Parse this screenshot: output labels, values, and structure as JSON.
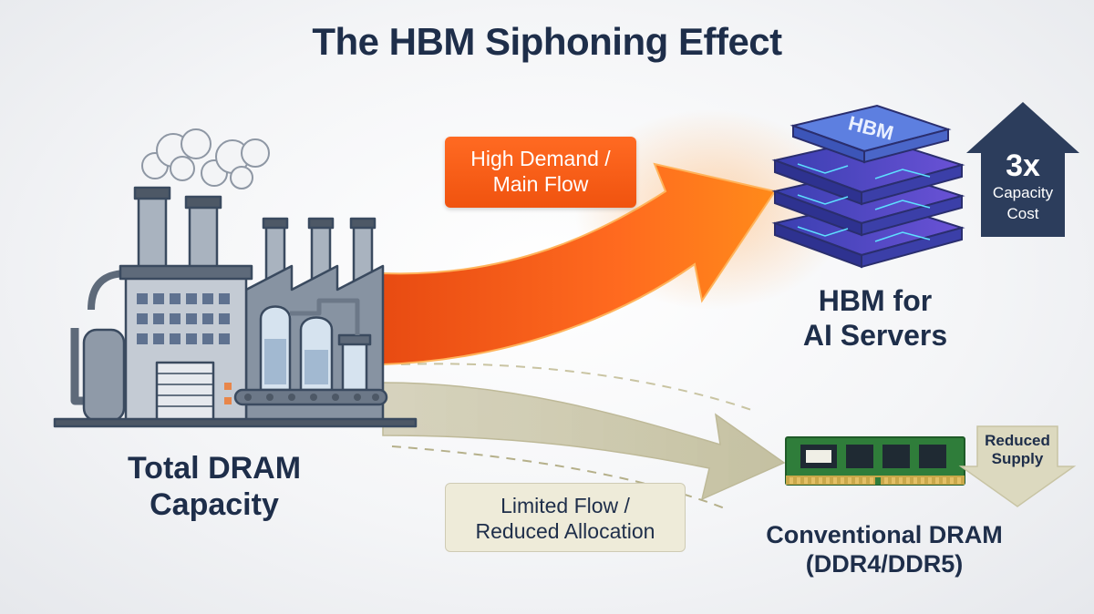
{
  "title": "The HBM Siphoning Effect",
  "source": {
    "line1": "Total DRAM",
    "line2": "Capacity"
  },
  "main_flow": {
    "line1": "High Demand /",
    "line2": "Main Flow",
    "color": "#f0530f"
  },
  "limited_flow": {
    "line1": "Limited Flow /",
    "line2": "Reduced Allocation",
    "color": "#c9c6a6"
  },
  "hbm": {
    "chip_label": "HBM",
    "line1": "HBM for",
    "line2": "AI Servers",
    "badge": {
      "value": "3x",
      "line1": "Capacity",
      "line2": "Cost",
      "color": "#2c3d5c"
    }
  },
  "dram": {
    "line1": "Conventional DRAM",
    "line2": "(DDR4/DDR5)",
    "badge": {
      "line1": "Reduced",
      "line2": "Supply",
      "color": "#dcd9bf"
    }
  },
  "icons": [
    "factory-icon",
    "hbm-stack-icon",
    "dram-module-icon",
    "up-arrow-icon",
    "down-arrow-icon"
  ]
}
